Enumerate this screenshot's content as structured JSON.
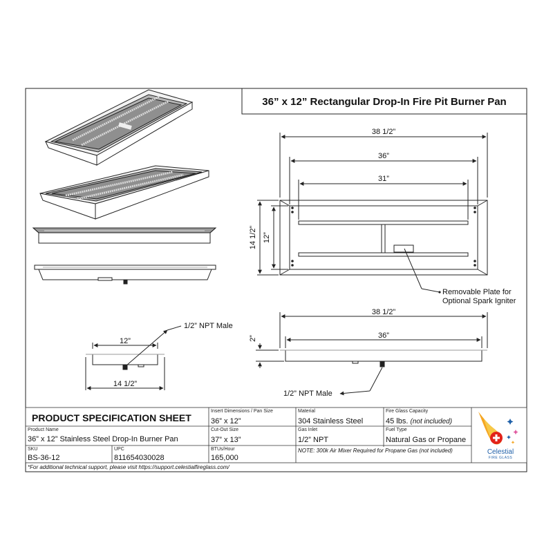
{
  "title": "36” x 12” Rectangular Drop-In Fire Pit Burner Pan",
  "dimensions": {
    "overall_width": "38 1/2”",
    "pan_width": "36”",
    "burner_width": "31”",
    "overall_depth": "14 1/2”",
    "pan_depth": "12”",
    "igniter_note_line1": "Removable Plate for",
    "igniter_note_line2": "Optional Spark Igniter",
    "side_overall_width": "38 1/2”",
    "side_pan_width": "36”",
    "side_height": "2”",
    "side_inlet": "1/2” NPT Male",
    "end_pan_depth": "12”",
    "end_overall_depth": "14 1/2”",
    "end_inlet": "1/2” NPT Male"
  },
  "spec": {
    "heading": "PRODUCT SPECIFICATION SHEET",
    "product_name_label": "Product Name",
    "product_name": "36” x 12” Stainless Steel Drop-In Burner Pan",
    "sku_label": "SKU",
    "sku": "BS-36-12",
    "upc_label": "UPC",
    "upc": "811654030028",
    "insert_label": "Insert Dimensions / Pan Size",
    "insert": "36” x 12”",
    "cutout_label": "Cut-Out Size",
    "cutout": "37” x 13”",
    "btu_label": "BTUs/Hour",
    "btu": "165,000",
    "material_label": "Material",
    "material": "304 Stainless Steel",
    "gas_inlet_label": "Gas Inlet",
    "gas_inlet": "1/2” NPT",
    "capacity_label": "Fire Glass Capacity",
    "capacity": "45 lbs.",
    "capacity_note": "(not included)",
    "fuel_label": "Fuel Type",
    "fuel": "Natural Gas or Propane",
    "propane_note": "NOTE: 300k Air Mixer Required for Propane Gas (not included)"
  },
  "logo": {
    "name": "Celestial",
    "sub": "FIRE GLASS"
  },
  "footer": "*For additional technical support, please visit https://support.celestialfireglass.com/",
  "colors": {
    "line": "#222222",
    "pan_fill": "#9a9a9a",
    "pan_light": "#e6e6e6",
    "logo_blue": "#1e5fa8",
    "flame": "#f5a623",
    "flame_red": "#e2231a"
  }
}
